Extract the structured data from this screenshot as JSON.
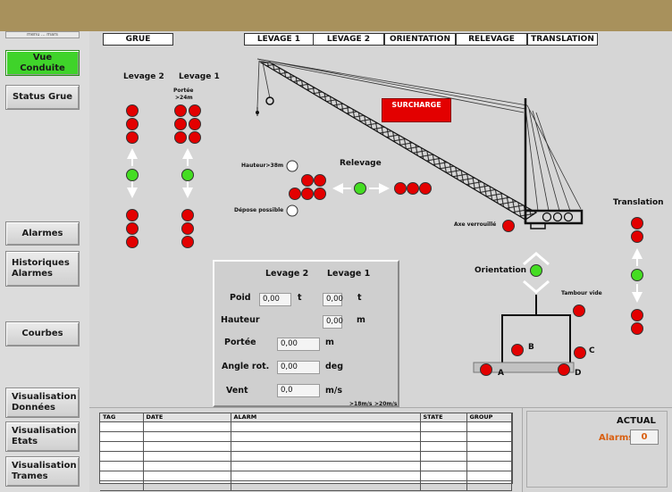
{
  "topbar": {
    "color": "#a8915c"
  },
  "sidebar": {
    "mini_text": "menu ... mars",
    "buttons": [
      {
        "label": "Vue Conduite"
      },
      {
        "label": "Status Grue"
      },
      {
        "label": "Alarmes"
      },
      {
        "label": "Historiques Alarmes"
      },
      {
        "label": "Courbes"
      },
      {
        "label": "Visualisation Données"
      },
      {
        "label": "Visualisation Etats"
      },
      {
        "label": "Visualisation Trames"
      }
    ]
  },
  "tabs": {
    "grue": "GRUE",
    "levage1": "LEVAGE 1",
    "levage2": "LEVAGE 2",
    "orientation": "ORIENTATION",
    "relevage": "RELEVAGE",
    "translation": "TRANSLATION"
  },
  "labels": {
    "levage2": "Levage 2",
    "levage1": "Levage 1",
    "portee24": "Portée",
    "portee24b": ">24m",
    "surcharge": "SURCHARGE",
    "hauteur38": "Hauteur>38m",
    "relevage": "Relevage",
    "depose": "Dépose possible",
    "axe": "Axe verrouillé",
    "translation": "Translation",
    "orientation": "Orientation",
    "tambour": "Tambour vide",
    "a": "A",
    "b": "B",
    "c": "C",
    "d": "D"
  },
  "panel": {
    "col_levage2": "Levage 2",
    "col_levage1": "Levage 1",
    "poid": "Poid",
    "poid_l2": "0,00",
    "poid_unit1": "t",
    "poid_l1": "0,00",
    "poid_unit2": "t",
    "hauteur": "Hauteur",
    "hauteur_val": "0,00",
    "hauteur_unit": "m",
    "portee": "Portée",
    "portee_val": "0,00",
    "portee_unit": "m",
    "angle": "Angle rot.",
    "angle_val": "0,00",
    "angle_unit": "deg",
    "vent": "Vent",
    "vent_val": "0,0",
    "vent_unit": "m/s",
    "vent18": ">18m/s",
    "vent20": ">20m/s"
  },
  "alarm_table": {
    "headers": [
      "TAG",
      "DATE",
      "ALARM",
      "STATE",
      "GROUP"
    ],
    "rows": 7
  },
  "alarms": {
    "title": "ACTUAL",
    "label": "Alarms",
    "count": "0"
  },
  "colors": {
    "red": "#e30000",
    "green": "#44dd22",
    "yellow": "#f0e000",
    "accent_orange": "#d95f10"
  }
}
